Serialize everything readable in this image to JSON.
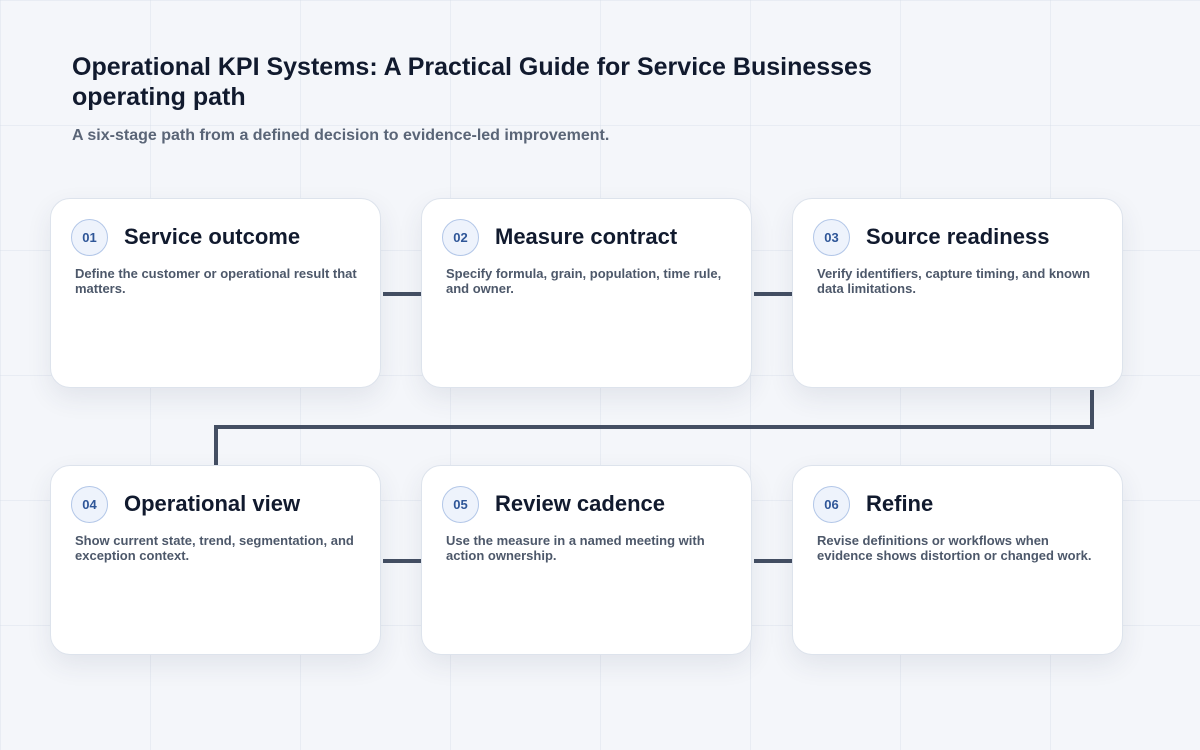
{
  "header": {
    "title": "Operational KPI Systems: A Practical Guide for Service Businesses operating path",
    "subtitle": "A six-stage path from a defined decision to evidence-led improvement."
  },
  "steps": [
    {
      "number": "01",
      "title": "Service outcome",
      "description": "Define the customer or operational result that matters."
    },
    {
      "number": "02",
      "title": "Measure contract",
      "description": "Specify formula, grain, population, time rule, and owner."
    },
    {
      "number": "03",
      "title": "Source readiness",
      "description": "Verify identifiers, capture timing, and known data limitations."
    },
    {
      "number": "04",
      "title": "Operational view",
      "description": "Show current state, trend, segmentation, and exception context."
    },
    {
      "number": "05",
      "title": "Review cadence",
      "description": "Use the measure in a named meeting with action ownership."
    },
    {
      "number": "06",
      "title": "Refine",
      "description": "Revise definitions or workflows when evidence shows distortion or changed work."
    }
  ],
  "colors": {
    "connector": "#444f63",
    "badge_text": "#2f5698",
    "title_text": "#111a2e"
  }
}
